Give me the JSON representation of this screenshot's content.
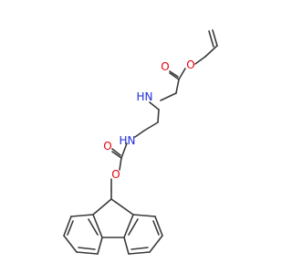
{
  "molecule": {
    "atoms": {
      "o_ester_carbonyl": {
        "symbol": "O",
        "color": "#e8000b"
      },
      "o_ester_ether": {
        "symbol": "O",
        "color": "#e8000b"
      },
      "n_amine": {
        "symbol": "N",
        "color": "#1e2bd6"
      },
      "h_amine": {
        "symbol": "H",
        "color": "#1e2bd6"
      },
      "n_carbamate": {
        "symbol": "N",
        "color": "#1e2bd6"
      },
      "h_carbamate": {
        "symbol": "H",
        "color": "#1e2bd6"
      },
      "o_carbamate_carbonyl": {
        "symbol": "O",
        "color": "#e8000b"
      },
      "o_carbamate_ether": {
        "symbol": "O",
        "color": "#e8000b"
      }
    },
    "bond_color": "#3a3a3a"
  }
}
